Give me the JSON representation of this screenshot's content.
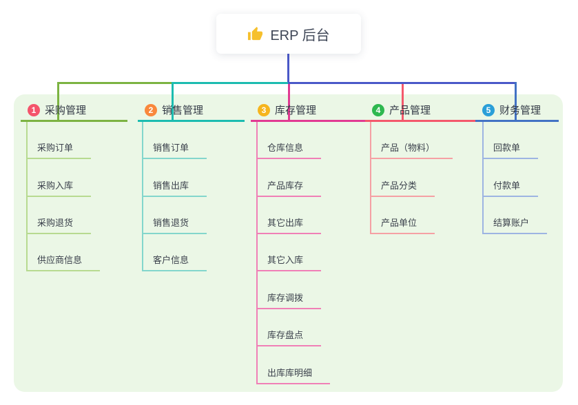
{
  "root": {
    "label": "ERP 后台",
    "icon": "thumbs-up-icon",
    "icon_color": "#f6c02d"
  },
  "connector_colors": {
    "root_line": "#4a58c8",
    "panel_background": "#ebf7e6"
  },
  "branches": [
    {
      "number": "1",
      "label": "采购管理",
      "badge_color": "#f4546b",
      "line_color": "#7cb342",
      "child_line_color": "#b7da90",
      "children": [
        "采购订单",
        "采购入库",
        "采购退货",
        "供应商信息"
      ]
    },
    {
      "number": "2",
      "label": "销售管理",
      "badge_color": "#f9883c",
      "line_color": "#1cbcb0",
      "child_line_color": "#83d6cc",
      "children": [
        "销售订单",
        "销售出库",
        "销售退货",
        "客户信息"
      ]
    },
    {
      "number": "3",
      "label": "库存管理",
      "badge_color": "#f6b51e",
      "line_color": "#e13a92",
      "child_line_color": "#f07fb6",
      "children": [
        "仓库信息",
        "产品库存",
        "其它出库",
        "其它入库",
        "库存调拨",
        "库存盘点",
        "出库库明细"
      ]
    },
    {
      "number": "4",
      "label": "产品管理",
      "badge_color": "#2eb84f",
      "line_color": "#f4586c",
      "child_line_color": "#f5a0a4",
      "children": [
        "产品（物料）",
        "产品分类",
        "产品单位"
      ]
    },
    {
      "number": "5",
      "label": "财务管理",
      "badge_color": "#2a9fd8",
      "line_color": "#4272c4",
      "child_line_color": "#9db4e2",
      "children": [
        "回款单",
        "付款单",
        "结算账户"
      ]
    }
  ]
}
